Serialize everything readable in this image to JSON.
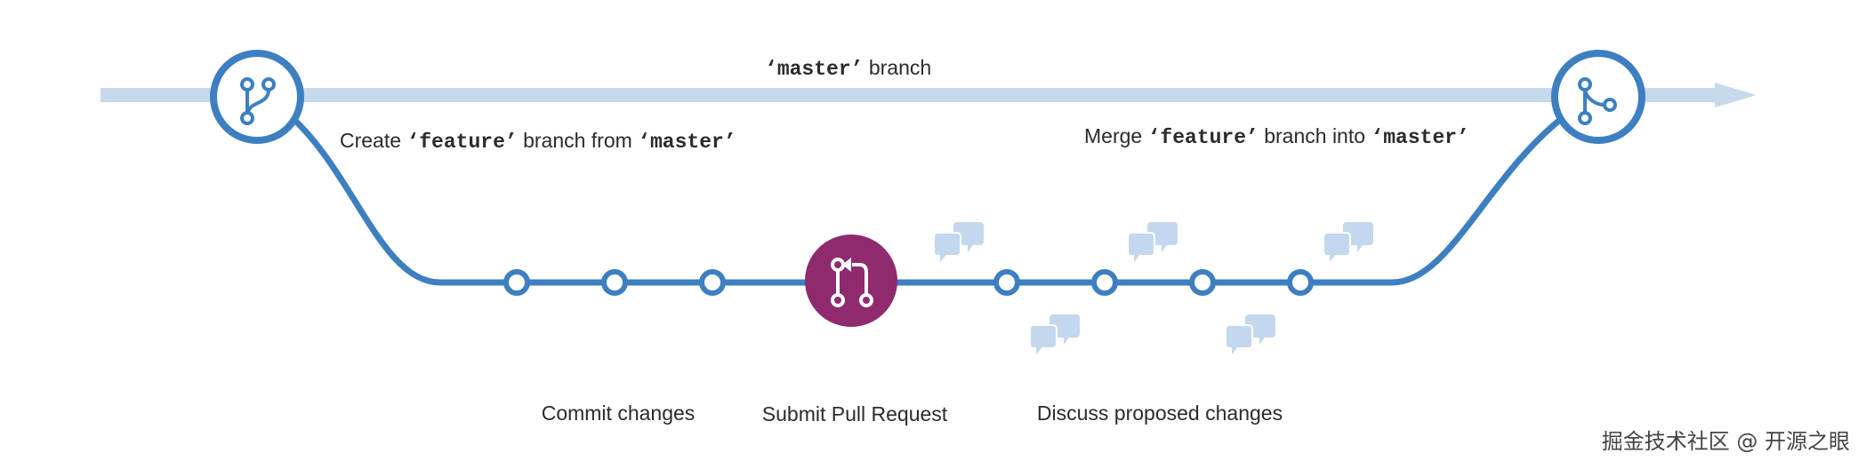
{
  "colors": {
    "master_line": "#c7d9ec",
    "feature_line": "#3d7fc1",
    "pull_request": "#8f2a6f",
    "chat_bubble": "#c3d8ee",
    "text": "#2b2b2b"
  },
  "master": {
    "quote_open": "‘",
    "name": "master",
    "quote_close": "’",
    "suffix": " branch"
  },
  "create_label": {
    "prefix": "Create ",
    "q1": "‘",
    "feature": "feature",
    "q2": "’",
    "middle": " branch from ",
    "q3": "‘",
    "master": "master",
    "q4": "’"
  },
  "merge_label": {
    "prefix": "Merge ",
    "q1": "‘",
    "feature": "feature",
    "q2": "’",
    "middle": " branch into ",
    "q3": "‘",
    "master": "master",
    "q4": "’"
  },
  "labels": {
    "commit": "Commit changes",
    "pull_request": "Submit Pull Request",
    "discuss": "Discuss proposed changes"
  },
  "icons": {
    "branch": "git-branch-icon",
    "merge": "git-merge-icon",
    "pull_request": "git-pull-request-icon",
    "chat": "chat-bubbles-icon"
  },
  "watermark": "掘金技术社区 @ 开源之眼"
}
